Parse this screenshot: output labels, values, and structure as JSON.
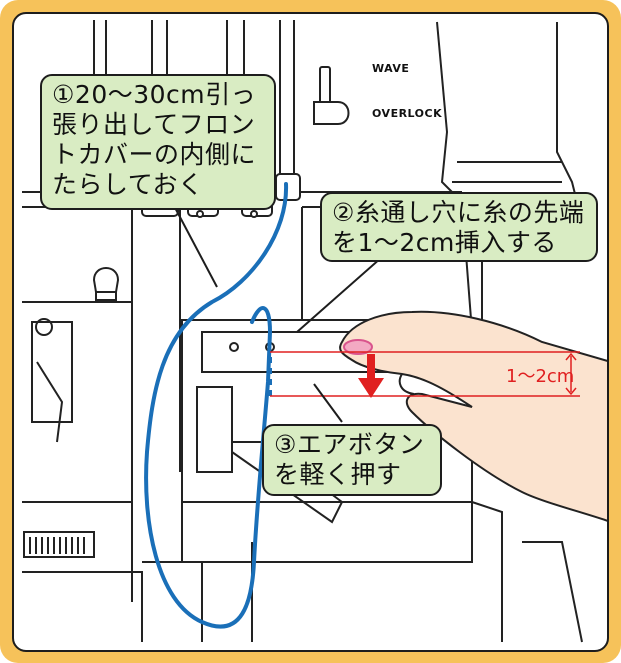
{
  "callouts": {
    "step1": [
      "①20〜30cm引っ",
      "張り出してフロン",
      "トカバーの内側に",
      "たらしておく"
    ],
    "step2": [
      "②糸通し穴に糸の先端",
      "を1〜2cm挿入する"
    ],
    "step3": [
      "③エアボタン",
      "を軽く押す"
    ]
  },
  "switch_labels": {
    "wave": "WAVE",
    "overlock": "OVERLOCK"
  },
  "measurement": "1〜2cm",
  "colors": {
    "frame": "#f6c25a",
    "callout_fill": "#d9ecc3",
    "thread": "#1a6fb8",
    "indicator": "#e02020",
    "skin": "#fbe3cf"
  }
}
